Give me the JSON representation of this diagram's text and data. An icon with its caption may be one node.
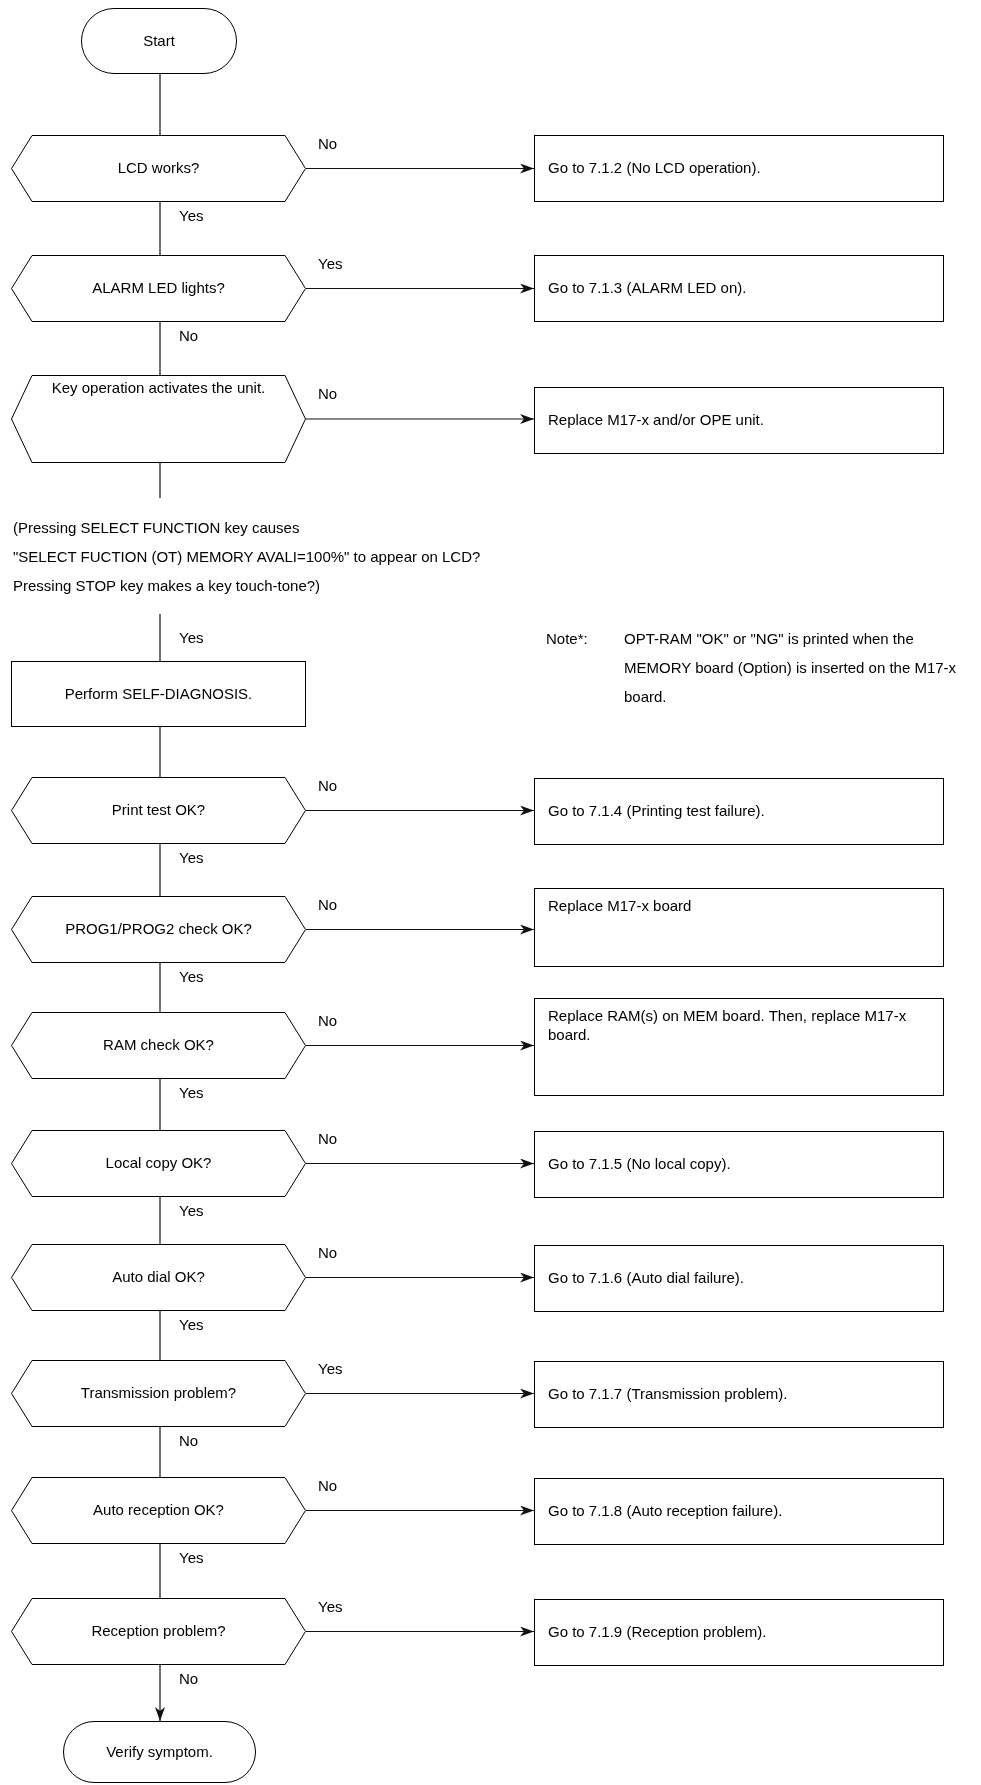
{
  "diagram": {
    "nodes": [
      {
        "text": [
          "Start"
        ]
      },
      {
        "text": [
          "LCD works?"
        ]
      },
      {
        "text": [
          "Go to 7.1.2 (No LCD operation)."
        ]
      },
      {
        "text": [
          "ALARM LED lights?"
        ]
      },
      {
        "text": [
          "Go to 7.1.3 (ALARM LED on)."
        ]
      },
      {
        "text": [
          "Key operation activates the unit."
        ]
      },
      {
        "text": [
          "Replace M17-x and/or OPE  unit."
        ]
      },
      {
        "text": [
          "Perform SELF-DIAGNOSIS."
        ]
      },
      {
        "text": [
          "Print test OK?"
        ]
      },
      {
        "text": [
          "Go to 7.1.4 (Printing test failure)."
        ]
      },
      {
        "text": [
          "PROG1/PROG2 check OK?"
        ]
      },
      {
        "text": [
          "Replace M17-x board"
        ]
      },
      {
        "text": [
          "RAM check OK?"
        ]
      },
      {
        "text": [
          "Replace RAM(s) on MEM board. Then, replace M17-x board."
        ]
      },
      {
        "text": [
          "Local copy OK?"
        ]
      },
      {
        "text": [
          "Go to 7.1.5 (No local copy)."
        ]
      },
      {
        "text": [
          "Auto dial OK?"
        ]
      },
      {
        "text": [
          "Go to 7.1.6 (Auto dial failure)."
        ]
      },
      {
        "text": [
          "Transmission problem?"
        ]
      },
      {
        "text": [
          "Go to 7.1.7 (Transmission problem)."
        ]
      },
      {
        "text": [
          "Auto reception OK?"
        ]
      },
      {
        "text": [
          "Go to 7.1.8 (Auto reception failure)."
        ]
      },
      {
        "text": [
          "Reception problem?"
        ]
      },
      {
        "text": [
          "Go to 7.1.9 (Reception problem)."
        ]
      },
      {
        "text": [
          "Verify symptom."
        ]
      }
    ],
    "edges": [
      {
        "from": 0,
        "to": 1,
        "arrow": "none"
      },
      {
        "from": 1,
        "to": 2,
        "arrow": "to",
        "label": "No"
      },
      {
        "from": 1,
        "to": 3,
        "arrow": "none",
        "label": "Yes"
      },
      {
        "from": 3,
        "to": 4,
        "arrow": "to",
        "label": "Yes"
      },
      {
        "from": 3,
        "to": 5,
        "arrow": "none",
        "label": "No"
      },
      {
        "from": 5,
        "to": 6,
        "arrow": "to",
        "label": "No"
      },
      {
        "from": 5,
        "to": 7,
        "arrow": "none",
        "label": "Yes"
      },
      {
        "from": 7,
        "to": 8,
        "arrow": "none"
      },
      {
        "from": 8,
        "to": 9,
        "arrow": "to",
        "label": "No"
      },
      {
        "from": 8,
        "to": 10,
        "arrow": "none",
        "label": "Yes"
      },
      {
        "from": 10,
        "to": 11,
        "arrow": "to",
        "label": "No"
      },
      {
        "from": 10,
        "to": 12,
        "arrow": "none",
        "label": "Yes"
      },
      {
        "from": 12,
        "to": 13,
        "arrow": "to",
        "label": "No"
      },
      {
        "from": 12,
        "to": 14,
        "arrow": "none",
        "label": "Yes"
      },
      {
        "from": 14,
        "to": 15,
        "arrow": "to",
        "label": "No"
      },
      {
        "from": 14,
        "to": 16,
        "arrow": "none",
        "label": "Yes"
      },
      {
        "from": 16,
        "to": 17,
        "arrow": "to",
        "label": "No"
      },
      {
        "from": 16,
        "to": 18,
        "arrow": "none",
        "label": "Yes"
      },
      {
        "from": 18,
        "to": 19,
        "arrow": "to",
        "label": "Yes"
      },
      {
        "from": 18,
        "to": 20,
        "arrow": "none",
        "label": "No"
      },
      {
        "from": 20,
        "to": 21,
        "arrow": "to",
        "label": "No"
      },
      {
        "from": 20,
        "to": 22,
        "arrow": "none",
        "label": "Yes"
      },
      {
        "from": 22,
        "to": 23,
        "arrow": "to",
        "label": "Yes"
      },
      {
        "from": 22,
        "to": 24,
        "arrow": "to",
        "label": "No"
      }
    ],
    "labels": [
      "(Pressing SELECT FUNCTION key causes",
      "\"SELECT FUCTION (OT) MEMORY AVALI=100%\" to appear on LCD?",
      "Pressing STOP key makes a key touch-tone?)",
      "Note*:",
      "OPT-RAM \"OK\" or \"NG\" is printed when the MEMORY board (Option) is inserted on the M17-x board."
    ]
  }
}
